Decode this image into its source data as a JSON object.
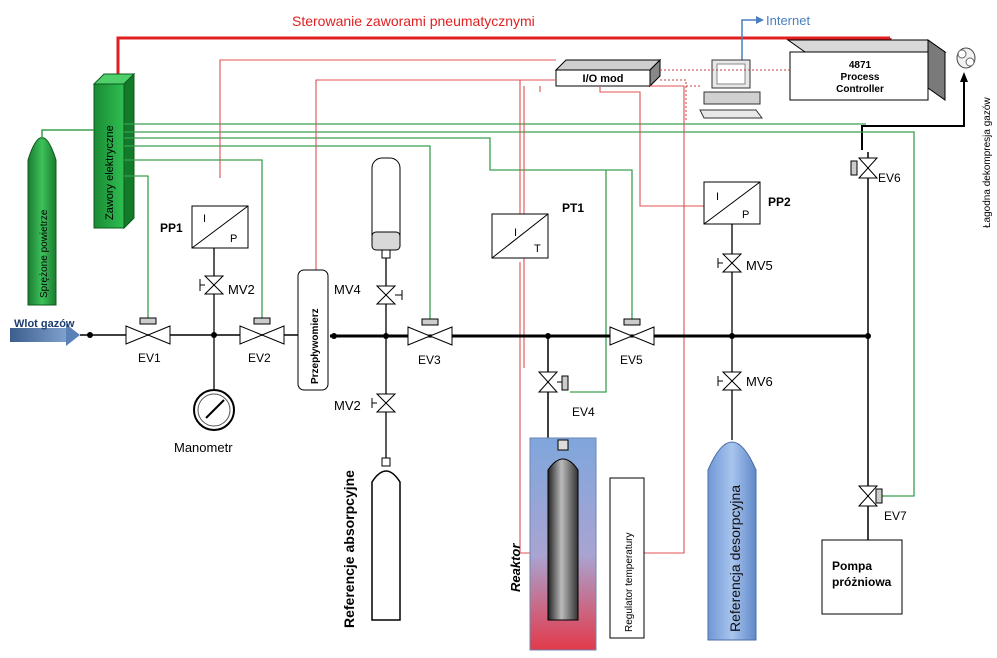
{
  "title": "Sterowanie zaworami pneumatycznymi",
  "internet_label": "Internet",
  "controller": {
    "line1": "4871",
    "line2": "Process",
    "line3": "Controller"
  },
  "io_module": "I/O mod",
  "decompression": "Łagodna dekompresja gazów",
  "valves_bank": "Zawory elektryczne",
  "compressed_air": "Sprężone powietrze",
  "gas_inlet": "Wlot gazów",
  "manometer": "Manometr",
  "flowmeter": "Przepływomierz",
  "temp_regulator": "Regulator temperatury",
  "reactor": "Reaktor",
  "ref_absorption": "Referencje absorpcyjne",
  "ref_desorption": "Referencja desorpcyjna",
  "vacuum_pump": {
    "line1": "Pompa",
    "line2": "próżniowa"
  },
  "transducers": {
    "pp1": {
      "name": "PP1",
      "in": "I",
      "out": "P"
    },
    "pp2": {
      "name": "PP2",
      "in": "I",
      "out": "P"
    },
    "pt1": {
      "name": "PT1",
      "in": "I",
      "out": "T"
    }
  },
  "valve_labels": {
    "ev1": "EV1",
    "ev2": "EV2",
    "ev3": "EV3",
    "ev4": "EV4",
    "ev5": "EV5",
    "ev6": "EV6",
    "ev7": "EV7",
    "mv2a": "MV2",
    "mv2b": "MV2",
    "mv4": "MV4",
    "mv5": "MV5",
    "mv6": "MV6"
  },
  "colors": {
    "pneumatic_line": "#e02020",
    "signal_line": "#e05050",
    "air_line": "#3aa050",
    "data_line": "#c04040",
    "internet": "#4a7fc0",
    "valve_box": "#1f9a3a",
    "reactor_blue": "#7fa6dc",
    "reactor_red": "#e04050",
    "pipe": "#000000"
  }
}
